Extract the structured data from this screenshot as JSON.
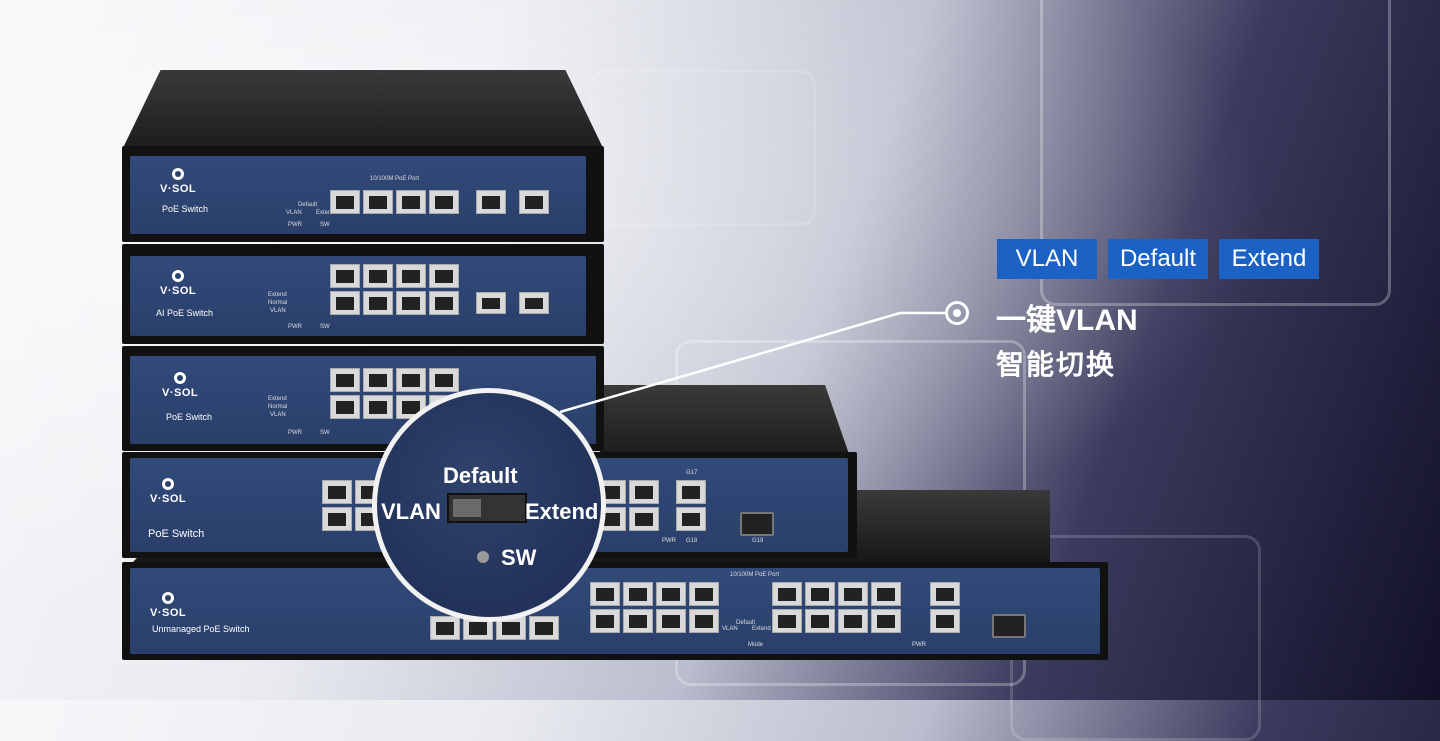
{
  "overlay": {
    "chips": [
      "VLAN",
      "Default",
      "Extend"
    ],
    "headline": "一键VLAN",
    "subline": "智能切换"
  },
  "magnifier": {
    "label_top": "Default",
    "label_left": "VLAN",
    "label_right": "Extend",
    "label_indicator": "SW"
  },
  "switches": [
    {
      "brand": "V·SOL",
      "model": "PoE Switch",
      "port_group_label": "10/100M PoE Port",
      "mode_labels": [
        "Default",
        "VLAN",
        "Extend"
      ],
      "status_labels": [
        "PWR",
        "SW"
      ]
    },
    {
      "brand": "V·SOL",
      "model": "AI PoE Switch",
      "mode_labels": [
        "Extend",
        "Normal",
        "VLAN"
      ],
      "status_labels": [
        "PWR",
        "SW"
      ]
    },
    {
      "brand": "V·SOL",
      "model": "PoE Switch",
      "mode_labels": [
        "Extend",
        "Normal",
        "VLAN"
      ],
      "status_labels": [
        "PWR",
        "SW"
      ]
    },
    {
      "brand": "V·SOL",
      "model": "PoE Switch",
      "uplink_labels": [
        "G17",
        "G18",
        "G19"
      ],
      "status_labels": [
        "PWR"
      ]
    },
    {
      "brand": "V·SOL",
      "model": "Unmanaged PoE Switch",
      "port_group_label": "10/100M PoE Port",
      "mode_labels": [
        "VLAN",
        "Default",
        "Extend"
      ],
      "status_labels": [
        "PWR",
        "Mode"
      ]
    }
  ],
  "colors": {
    "chip": "#1b62c4",
    "panel": "#2d4372",
    "case": "#111111"
  }
}
